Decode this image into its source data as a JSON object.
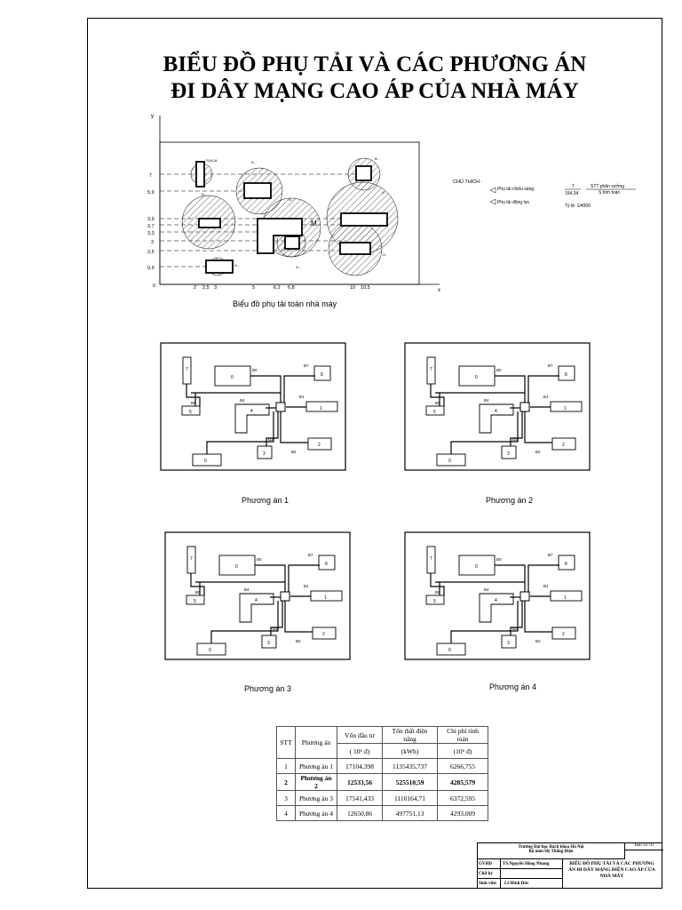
{
  "title_line1": "BIỂU ĐỒ PHỤ TẢI VÀ CÁC PHƯƠNG ÁN",
  "title_line2": "ĐI DÂY MẠNG CAO ÁP CỦA NHÀ MÁY",
  "load_chart": {
    "caption": "Biểu đồ phụ tải toàn nhà máy",
    "y_axis": "y",
    "x_axis": "x",
    "y_ticks": [
      "7",
      "5,9",
      "3,9",
      "3,7",
      "3,3",
      "3",
      "2,5",
      "0,9",
      "0"
    ],
    "x_ticks": [
      "2",
      "2,5",
      "3",
      "5",
      "6,2",
      "6,8",
      "10",
      "10,5"
    ],
    "center_label": "M",
    "legend_title": "CHÚ THÍCH :",
    "legend_light": "Phụ tải chiếu sáng",
    "legend_power": "Phụ tải động lực",
    "legend_fraction_top": "7",
    "legend_fraction_bottom": "164,34",
    "legend_stt": "STT phân xưởng",
    "legend_s": "S tính toán",
    "scale": "Tỷ lệ: 1/4500",
    "load_labels": [
      "7/164,34",
      "6/...",
      "8/...",
      "4/...",
      "1/...",
      "5/...",
      "2/...",
      "3/...",
      "0/..."
    ]
  },
  "options": [
    {
      "caption": "Phương án 1",
      "labels": {
        "w7": "7",
        "w0": "0",
        "w8": "8",
        "w5": "5",
        "w4": "4",
        "w1": "1",
        "w2": "2",
        "w3": "3",
        "w9": "0",
        "b0": "B0",
        "b7": "B7",
        "b1": "B1",
        "b5": "B5",
        "b4": "B4",
        "b3": "B3",
        "b2": "B2"
      }
    },
    {
      "caption": "Phương án 2",
      "labels": {
        "w7": "7",
        "w0": "0",
        "w8": "8",
        "w5": "5",
        "w4": "4",
        "w1": "1",
        "w2": "2",
        "w3": "3",
        "w9": "0",
        "b0": "B0",
        "b7": "B7",
        "b1": "B1",
        "b5": "B5",
        "b4": "B4",
        "b3": "B3",
        "b2": "B2"
      }
    },
    {
      "caption": "Phương án 3",
      "labels": {
        "w7": "7",
        "w0": "0",
        "w8": "8",
        "w5": "5",
        "w4": "4",
        "w1": "1",
        "w2": "2",
        "w3": "3",
        "w9": "0",
        "b0": "B0",
        "b7": "B7",
        "b1": "B1",
        "b5": "B5",
        "b4": "B4",
        "b3": "B3",
        "b2": "B2"
      }
    },
    {
      "caption": "Phương án 4",
      "labels": {
        "w7": "7",
        "w0": "0",
        "w8": "8",
        "w5": "5",
        "w4": "4",
        "w1": "1",
        "w2": "2",
        "w3": "3",
        "w9": "0",
        "b0": "B0",
        "b7": "B7",
        "b1": "B1",
        "b5": "B5",
        "b4": "B4",
        "b3": "B3",
        "b2": "B2"
      }
    }
  ],
  "results_table": {
    "headers": [
      "STT",
      "Phương án",
      "Vốn đầu tư",
      "Tổn thất điện năng",
      "Chi phí tính toán"
    ],
    "units": [
      "",
      "",
      "( 10⁶ đ)",
      "(kWh)",
      "(10⁶ đ)"
    ],
    "rows": [
      [
        "1",
        "Phương án 1",
        "17104,398",
        "1135435,737",
        "6266,755"
      ],
      [
        "2",
        "Phương án 2",
        "12533,56",
        "525510,59",
        "4285,579"
      ],
      [
        "3",
        "Phương án 3",
        "17541,433",
        "1110164,71",
        "6372,595"
      ],
      [
        "4",
        "Phương án 4",
        "12650,86",
        "497751,13",
        "4293,009"
      ]
    ]
  },
  "title_block": {
    "school": "Trường Đại học Bách khoa Hà Nội",
    "dept": "Bộ môn Hệ Thống Điện",
    "sheet": "Bản vẽ: 01",
    "gvhd_label": "GVHD",
    "gvhd_name": "TS.Nguyễn Hồng Nhung",
    "sign_label": "Chữ ký",
    "student_label": "Sinh viên",
    "student_name": "Lê Đình Đức",
    "drawing_title": "BIỂU ĐỒ PHỤ TẢI VÀ CÁC PHƯƠNG ÁN ĐI DÂY MẠNG ĐIỆN CAO ÁP CỦA NHÀ MÁY"
  }
}
